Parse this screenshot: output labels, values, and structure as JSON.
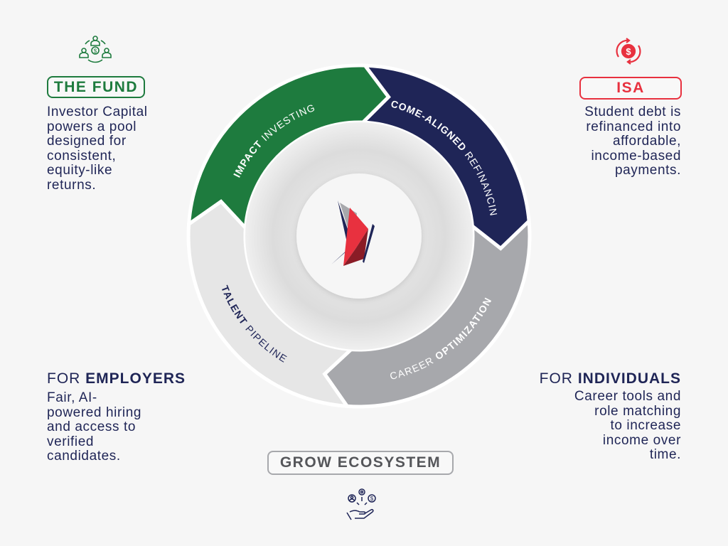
{
  "colors": {
    "background": "#f6f6f6",
    "fund_green": "#1e7b3e",
    "isa_red": "#e8313f",
    "navy": "#1f2557",
    "career_gray": "#a7a8ac",
    "talent_gray": "#e6e6e6",
    "ecosystem_gray": "#55565a"
  },
  "fund": {
    "icon": "investor-network-dollar-icon",
    "label": "THE FUND",
    "lines": [
      "Investor Capital",
      "powers a pool",
      "designed for",
      "consistent,",
      "equity-like",
      "returns."
    ]
  },
  "isa": {
    "icon": "refinance-cycle-dollar-icon",
    "label": "ISA",
    "lines": [
      "Student debt is",
      "refinanced into",
      "affordable,",
      "income-based",
      "payments."
    ]
  },
  "employers": {
    "prefix": "FOR ",
    "title": "EMPLOYERS",
    "lines": [
      "Fair, AI-",
      "powered hiring",
      "and access to",
      "verified",
      "candidates."
    ]
  },
  "individuals": {
    "prefix": "FOR ",
    "title": "INDIVIDUALS",
    "lines": [
      "Career tools and",
      "role matching",
      "to increase",
      "income over",
      "time."
    ]
  },
  "ecosystem": {
    "label": "GROW ECOSYSTEM",
    "icon": "hand-people-gear-dollar-icon"
  },
  "cycle": {
    "segments": [
      {
        "id": "impact-investing",
        "bold": "IMPACT",
        "light": " INVESTING",
        "fill": "#1e7b3e",
        "text_color": "#ffffff"
      },
      {
        "id": "income-aligned-refinancing",
        "bold": "INCOME-ALIGNED",
        "light": " REFINANCING",
        "fill": "#1f2557",
        "text_color": "#ffffff"
      },
      {
        "id": "career-optimization",
        "bold": "OPTIMIZATION",
        "light": "CAREER ",
        "fill": "#a7a8ac",
        "text_color": "#ffffff",
        "light_first": true
      },
      {
        "id": "talent-pipeline",
        "bold": "TALENT",
        "light": " PIPELINE",
        "fill": "#e6e6e6",
        "text_color": "#1f2557"
      }
    ],
    "center_logo": "origami-bird-logo"
  }
}
